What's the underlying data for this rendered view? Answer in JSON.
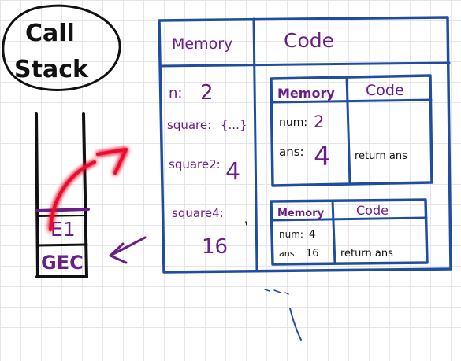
{
  "call_stack": {
    "title_line1": "Call",
    "title_line2": "Stack",
    "frames": [
      "E1",
      "GEC"
    ]
  },
  "global_context": {
    "memory_header": "Memory",
    "code_header": "Code",
    "memory_entries": [
      {
        "name": "n:",
        "value": "2"
      },
      {
        "name": "square:",
        "value": "{...}"
      },
      {
        "name": "square2:",
        "value": "4"
      },
      {
        "name": "square4:",
        "value": "16"
      }
    ]
  },
  "exec_context_1": {
    "memory_header": "Memory",
    "code_header": "Code",
    "entries": [
      {
        "name": "num:",
        "value": "2"
      },
      {
        "name": "ans:",
        "value": "4"
      }
    ],
    "code_text": "return ans"
  },
  "exec_context_2": {
    "memory_header": "Memory",
    "code_header": "Code",
    "entries": [
      {
        "name": "num:",
        "value": "4"
      },
      {
        "name": "ans:",
        "value": "16"
      }
    ],
    "code_text": "return ans"
  },
  "colors": {
    "blue_ink": "#1f4ea0",
    "purple_ink": "#6a1f88",
    "black_ink": "#111111",
    "red_glow": "#e8102a",
    "grid": "#e6e6ea"
  }
}
